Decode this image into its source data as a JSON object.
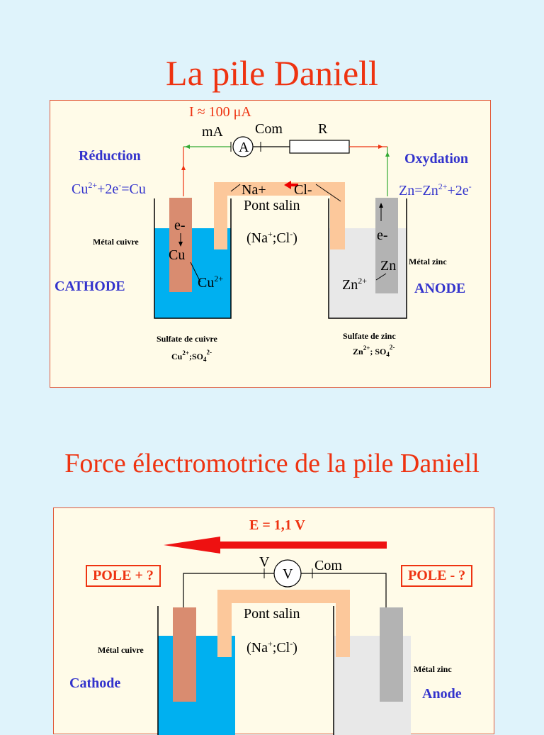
{
  "slide1": {
    "title": "La pile Daniell",
    "current": "I ≈ 100 μA",
    "ammeter_unit": "mA",
    "ammeter_symbol": "A",
    "com": "Com",
    "resistor": "R",
    "reduction": "Réduction",
    "oxydation": "Oxydation",
    "cathode_reaction": "Cu2++2e-=Cu",
    "anode_reaction": "Zn=Zn2++2e-",
    "salt_bridge": "Pont salin",
    "bridge_ions": "(Na+;Cl-)",
    "na_ion": "Na+",
    "cl_ion": "Cl-",
    "electron_left": "e-",
    "electron_right": "e-",
    "cu": "Cu",
    "cu_ion": "Cu2+",
    "zn": "Zn",
    "zn_ion": "Zn2+",
    "metal_cuivre": "Métal cuivre",
    "metal_zinc": "Métal zinc",
    "cathode": "CATHODE",
    "anode": "ANODE",
    "sulfate_cuivre": "Sulfate de cuivre",
    "sulfate_cuivre_formula": "Cu2+;SO42-",
    "sulfate_zinc": "Sulfate de zinc",
    "sulfate_zinc_formula": "Zn2+; SO42-"
  },
  "slide2": {
    "title": "Force électromotrice de la pile Daniell",
    "emf": "E = 1,1 V",
    "pole_plus": "POLE + ?",
    "pole_minus": "POLE - ?",
    "voltmeter_unit": "V",
    "voltmeter_symbol": "V",
    "com": "Com",
    "salt_bridge": "Pont salin",
    "bridge_ions": "(Na+;Cl-)",
    "metal_cuivre": "Métal cuivre",
    "metal_zinc": "Métal zinc",
    "cathode": "Cathode",
    "anode": "Anode"
  },
  "colors": {
    "title": "#ee3311",
    "label_blue": "#3333cc",
    "copper_solution": "#00b0f0",
    "zinc_solution": "#e8e8e8",
    "copper_electrode": "#d98c70",
    "zinc_electrode": "#b3b3b3",
    "salt_bridge": "#fcc89b",
    "wire_current": "#33aa33",
    "wire_electron": "#ee3311"
  }
}
